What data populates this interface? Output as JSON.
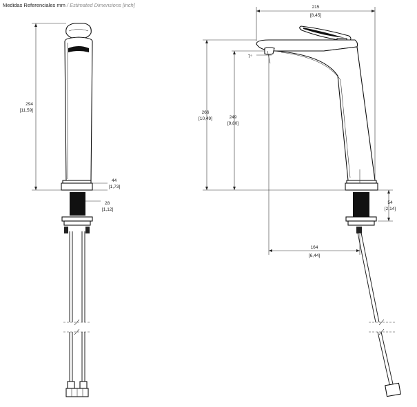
{
  "header": {
    "title": "Medidas Referenciales mm",
    "separator": " / ",
    "subtitle": "Estimated Dimensions [inch]"
  },
  "front_view": {
    "height_mm": "294",
    "height_in": "[11,59]",
    "base_height_mm": "44",
    "base_height_in": "[1,73]",
    "shank_dia_mm": "28",
    "shank_dia_in": "[1,12]"
  },
  "side_view": {
    "reach_mm": "215",
    "reach_in": "[8,45]",
    "total_height_mm": "266",
    "total_height_in": "[10,49]",
    "spout_height_mm": "249",
    "spout_height_in": "[9,80]",
    "angle": "7°",
    "base_thickness_mm": "54",
    "base_thickness_in": "[2,14]",
    "offset_mm": "164",
    "offset_in": "[6,44]"
  },
  "colors": {
    "line": "#222222",
    "fill_dark": "#111111"
  }
}
